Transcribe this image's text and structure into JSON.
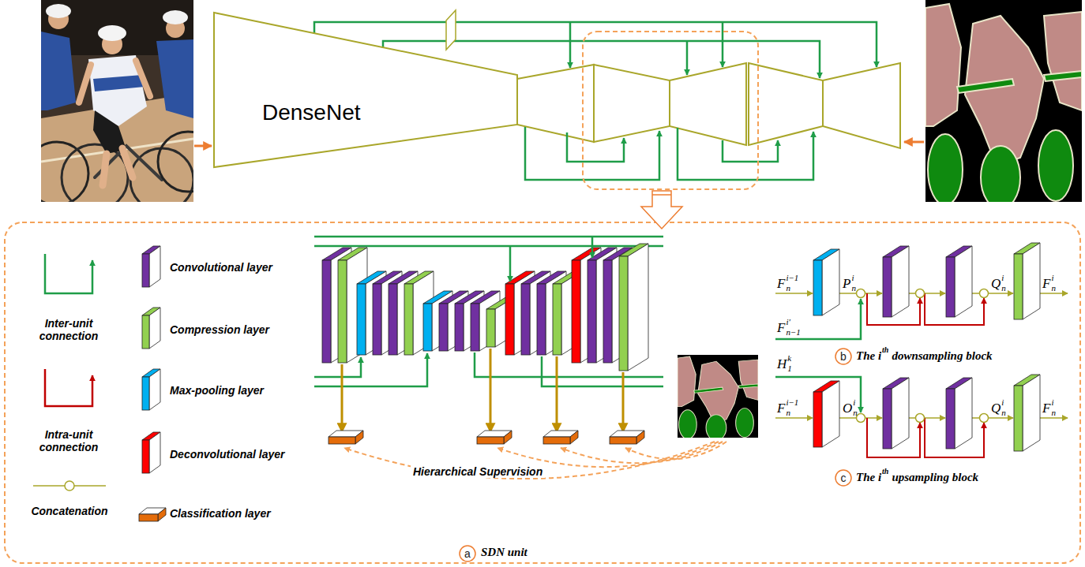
{
  "diagram": {
    "nodes": [
      {
        "text": [
          "DenseNet"
        ]
      }
    ],
    "labels": [
      "Hierarchical Supervision",
      "a",
      "SDN unit",
      "F",
      "i−1",
      "n",
      "P",
      "i",
      "n",
      "Q",
      "i",
      "n",
      "F",
      "i",
      "n",
      "F",
      "i′",
      "n−1",
      "b",
      "The i",
      "th",
      "downsampling block",
      "H",
      "k",
      "1",
      "F",
      "i−1",
      "n",
      "O",
      "i",
      "n",
      "Q",
      "i",
      "n",
      "F",
      "i",
      "n",
      "c",
      "The i",
      "th",
      "upsampling block"
    ],
    "legend": [
      {
        "text": "Inter-unit connection"
      },
      {
        "text": "Intra-unit connection"
      },
      {
        "text": "Concatenation"
      },
      {
        "text": "Convolutional layer",
        "color": "#7030a0"
      },
      {
        "text": "Compression layer",
        "color": "#92d050"
      },
      {
        "text": "Max-pooling layer",
        "color": "#00b0f0"
      },
      {
        "text": "Deconvolutional layer",
        "color": "#ff0000"
      },
      {
        "text": "Classification layer",
        "color": "#e46c0a"
      }
    ]
  }
}
